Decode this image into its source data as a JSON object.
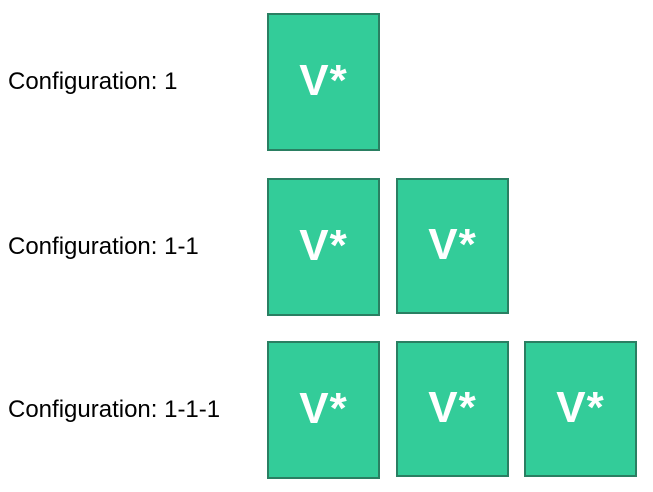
{
  "colors": {
    "box_fill": "#33cc99",
    "box_border": "#2a7f62",
    "box_text": "#ffffff",
    "label_text": "#000000"
  },
  "rows": [
    {
      "label": "Configuration: 1",
      "boxes": [
        "V*"
      ]
    },
    {
      "label": "Configuration: 1-1",
      "boxes": [
        "V*",
        "V*"
      ]
    },
    {
      "label": "Configuration: 1-1-1",
      "boxes": [
        "V*",
        "V*",
        "V*"
      ]
    }
  ]
}
